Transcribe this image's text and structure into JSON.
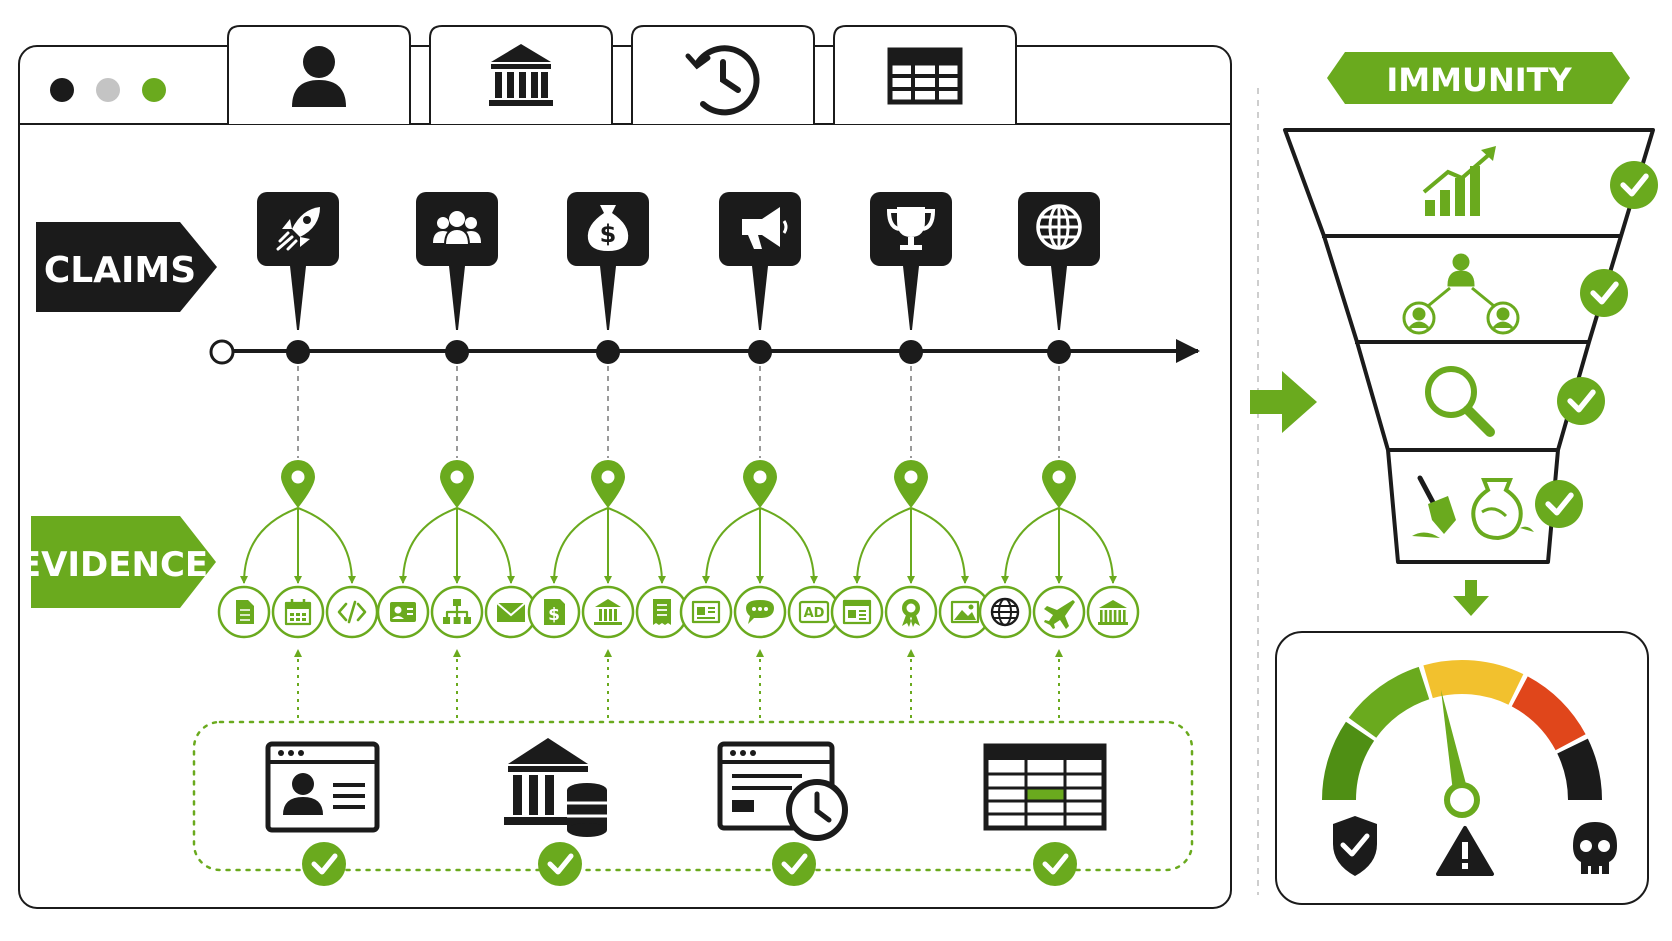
{
  "labels": {
    "claims": "CLAIMS",
    "evidence": "EVIDENCE",
    "immunity": "IMMUNITY"
  },
  "colors": {
    "green": "#6aaa1e",
    "dark": "#1b1b1b",
    "gauge_green": "#6aaa1e",
    "gauge_yellow": "#f2c12e",
    "gauge_red": "#e0461b",
    "window_dot_1": "#1b1b1b",
    "window_dot_2": "#c4c4c4",
    "window_dot_3": "#6aaa1e"
  },
  "tabs": [
    {
      "icon": "user-icon"
    },
    {
      "icon": "bank-icon"
    },
    {
      "icon": "history-icon"
    },
    {
      "icon": "table-icon"
    }
  ],
  "claims": [
    {
      "icon": "rocket-icon"
    },
    {
      "icon": "team-icon"
    },
    {
      "icon": "money-bag-icon"
    },
    {
      "icon": "megaphone-icon"
    },
    {
      "icon": "trophy-icon"
    },
    {
      "icon": "globe-icon"
    }
  ],
  "evidence_groups": [
    {
      "icons": [
        "document-icon",
        "calendar-icon",
        "code-icon"
      ]
    },
    {
      "icons": [
        "id-card-icon",
        "org-chart-icon",
        "mail-icon"
      ]
    },
    {
      "icons": [
        "invoice-icon",
        "bank-icon",
        "receipt-icon"
      ]
    },
    {
      "icons": [
        "newspaper-icon",
        "chat-icon",
        "ad-icon"
      ]
    },
    {
      "icons": [
        "web-article-icon",
        "award-icon",
        "image-icon"
      ]
    },
    {
      "icons": [
        "globe-icon",
        "plane-icon",
        "building-icon"
      ]
    }
  ],
  "sources": [
    {
      "icon": "profile-page-icon",
      "verified": true
    },
    {
      "icon": "bank-database-icon",
      "verified": true
    },
    {
      "icon": "web-archive-icon",
      "verified": true
    },
    {
      "icon": "spreadsheet-icon",
      "verified": true
    }
  ],
  "funnel_layers": [
    {
      "icon": "growth-chart-icon",
      "verified": true
    },
    {
      "icon": "network-icon",
      "verified": true
    },
    {
      "icon": "magnifier-icon",
      "verified": true
    },
    {
      "icon": "archaeology-icon",
      "verified": true
    }
  ],
  "gauge": {
    "needle_fraction": 0.44,
    "icons": [
      "shield-check-icon",
      "warning-icon",
      "skull-icon"
    ]
  }
}
